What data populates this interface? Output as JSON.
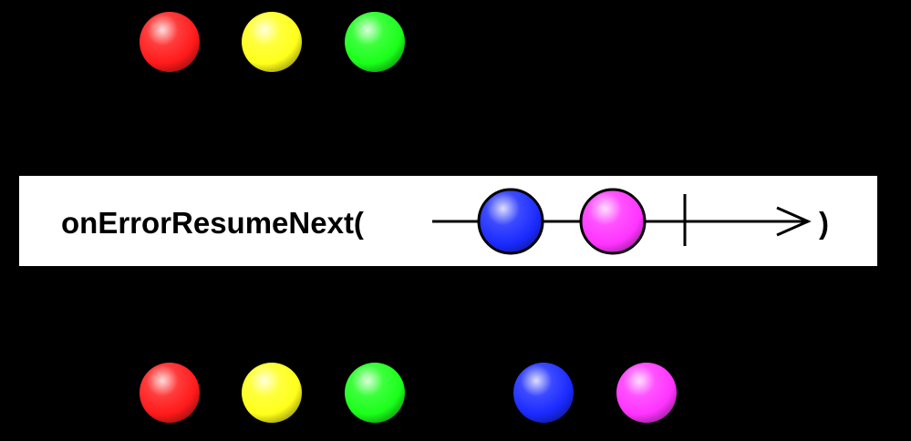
{
  "operator": {
    "label": "onErrorResumeNext(",
    "closing": ")"
  },
  "colors": {
    "background": "#000000",
    "box": "#ffffff",
    "red": "#ff1a1a",
    "yellow": "#ffff1a",
    "green": "#1aff1a",
    "blue": "#1a2aff",
    "magenta": "#ff33ff"
  },
  "source_stream": {
    "items": [
      {
        "name": "red-marble",
        "color": "red"
      },
      {
        "name": "yellow-marble",
        "color": "yellow"
      },
      {
        "name": "green-marble",
        "color": "green"
      }
    ]
  },
  "resume_stream": {
    "items": [
      {
        "name": "blue-marble",
        "color": "blue"
      },
      {
        "name": "magenta-marble",
        "color": "magenta"
      }
    ],
    "terminates_with": "completion"
  },
  "output_stream": {
    "items": [
      {
        "name": "red-marble",
        "color": "red"
      },
      {
        "name": "yellow-marble",
        "color": "yellow"
      },
      {
        "name": "green-marble",
        "color": "green"
      },
      {
        "name": "blue-marble",
        "color": "blue"
      },
      {
        "name": "magenta-marble",
        "color": "magenta"
      }
    ]
  }
}
